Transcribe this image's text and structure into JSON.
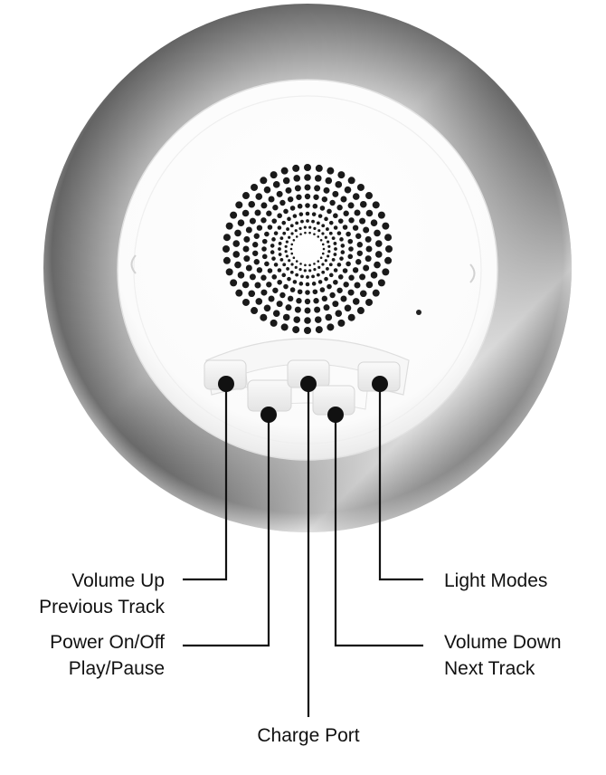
{
  "diagram": {
    "device": "speaker-top-view",
    "colors": {
      "outer_rim_dark": "#6e6e6e",
      "outer_rim_light": "#f2f2f2",
      "face": "#ffffff",
      "speaker_hole": "#1a1a1a",
      "leader_line": "#111111",
      "marker_dot": "#111111"
    },
    "callouts": [
      {
        "id": "volume-up",
        "lines": [
          "Volume Up",
          "Previous Track"
        ]
      },
      {
        "id": "power",
        "lines": [
          "Power On/Off",
          "Play/Pause"
        ]
      },
      {
        "id": "charge",
        "lines": [
          "Charge Port"
        ]
      },
      {
        "id": "volume-down",
        "lines": [
          "Volume Down",
          "Next Track"
        ]
      },
      {
        "id": "light",
        "lines": [
          "Light Modes"
        ]
      }
    ]
  }
}
